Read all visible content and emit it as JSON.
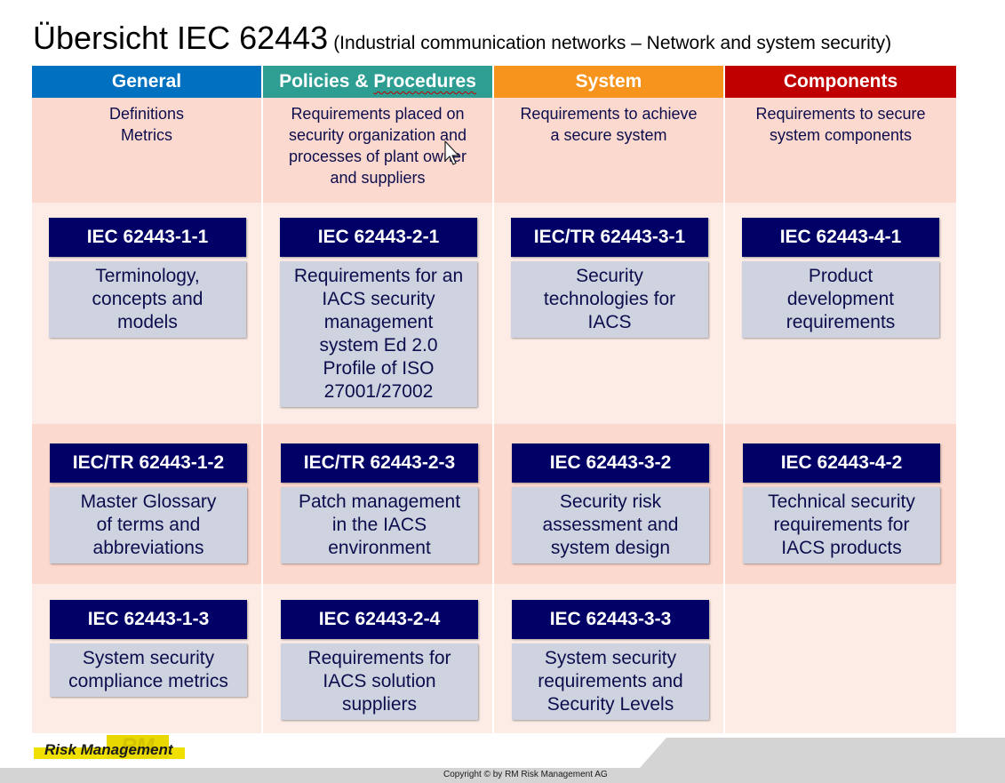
{
  "title": {
    "main": "Übersicht IEC 62443",
    "subtitle": "(Industrial communication networks – Network and system security)"
  },
  "columns": [
    {
      "header": "General",
      "description": [
        "Definitions",
        "Metrics"
      ],
      "color": "#0070c0"
    },
    {
      "header_part1": "Policies",
      "header_amp": " & ",
      "header_part2": "Procedures",
      "description": [
        "Requirements placed on",
        "security organization and",
        "processes of plant owner",
        "and suppliers"
      ],
      "color": "#2e9e93"
    },
    {
      "header": "System",
      "description": [
        "Requirements to achieve",
        "a secure system"
      ],
      "color": "#f7941d"
    },
    {
      "header": "Components",
      "description": [
        "Requirements to secure",
        "system components"
      ],
      "color": "#c00000"
    }
  ],
  "cards": {
    "r1c1": {
      "id": "IEC 62443-1-1",
      "text": [
        "Terminology,",
        "concepts and",
        "models"
      ]
    },
    "r1c2": {
      "id": "IEC 62443-2-1",
      "text": [
        "Requirements for an",
        "IACS security",
        "management",
        "system Ed 2.0",
        "Profile of ISO",
        "27001/27002"
      ]
    },
    "r1c3": {
      "id": "IEC/TR 62443-3-1",
      "text": [
        "Security",
        "technologies for",
        "IACS"
      ]
    },
    "r1c4": {
      "id": "IEC 62443-4-1",
      "text": [
        "Product",
        "development",
        "requirements"
      ]
    },
    "r2c1": {
      "id": "IEC/TR 62443-1-2",
      "text": [
        "Master Glossary",
        "of terms and",
        "abbreviations"
      ]
    },
    "r2c2": {
      "id": "IEC/TR 62443-2-3",
      "text": [
        "Patch management",
        "in the IACS",
        "environment"
      ]
    },
    "r2c3": {
      "id": "IEC 62443-3-2",
      "text": [
        "Security risk",
        "assessment and",
        "system design"
      ]
    },
    "r2c4": {
      "id": "IEC 62443-4-2",
      "text": [
        "Technical security",
        "requirements for",
        "IACS products"
      ]
    },
    "r3c1": {
      "id": "IEC 62443-1-3",
      "text": [
        "System security",
        "compliance metrics"
      ]
    },
    "r3c2": {
      "id": "IEC 62443-2-4",
      "text": [
        "Requirements for",
        "IACS solution",
        "suppliers"
      ]
    },
    "r3c3": {
      "id": "IEC 62443-3-3",
      "text": [
        "System security",
        "requirements and",
        "Security Levels"
      ]
    }
  },
  "footer": {
    "copyright": "Copyright ©  by RM Risk Management AG",
    "logo_text": "Risk Management",
    "logo_mark": "RM"
  },
  "colors": {
    "card_header": "#000066",
    "card_body": "#cfd3e0",
    "row_light": "#fdece6",
    "row_dark": "#fbd9cf"
  }
}
